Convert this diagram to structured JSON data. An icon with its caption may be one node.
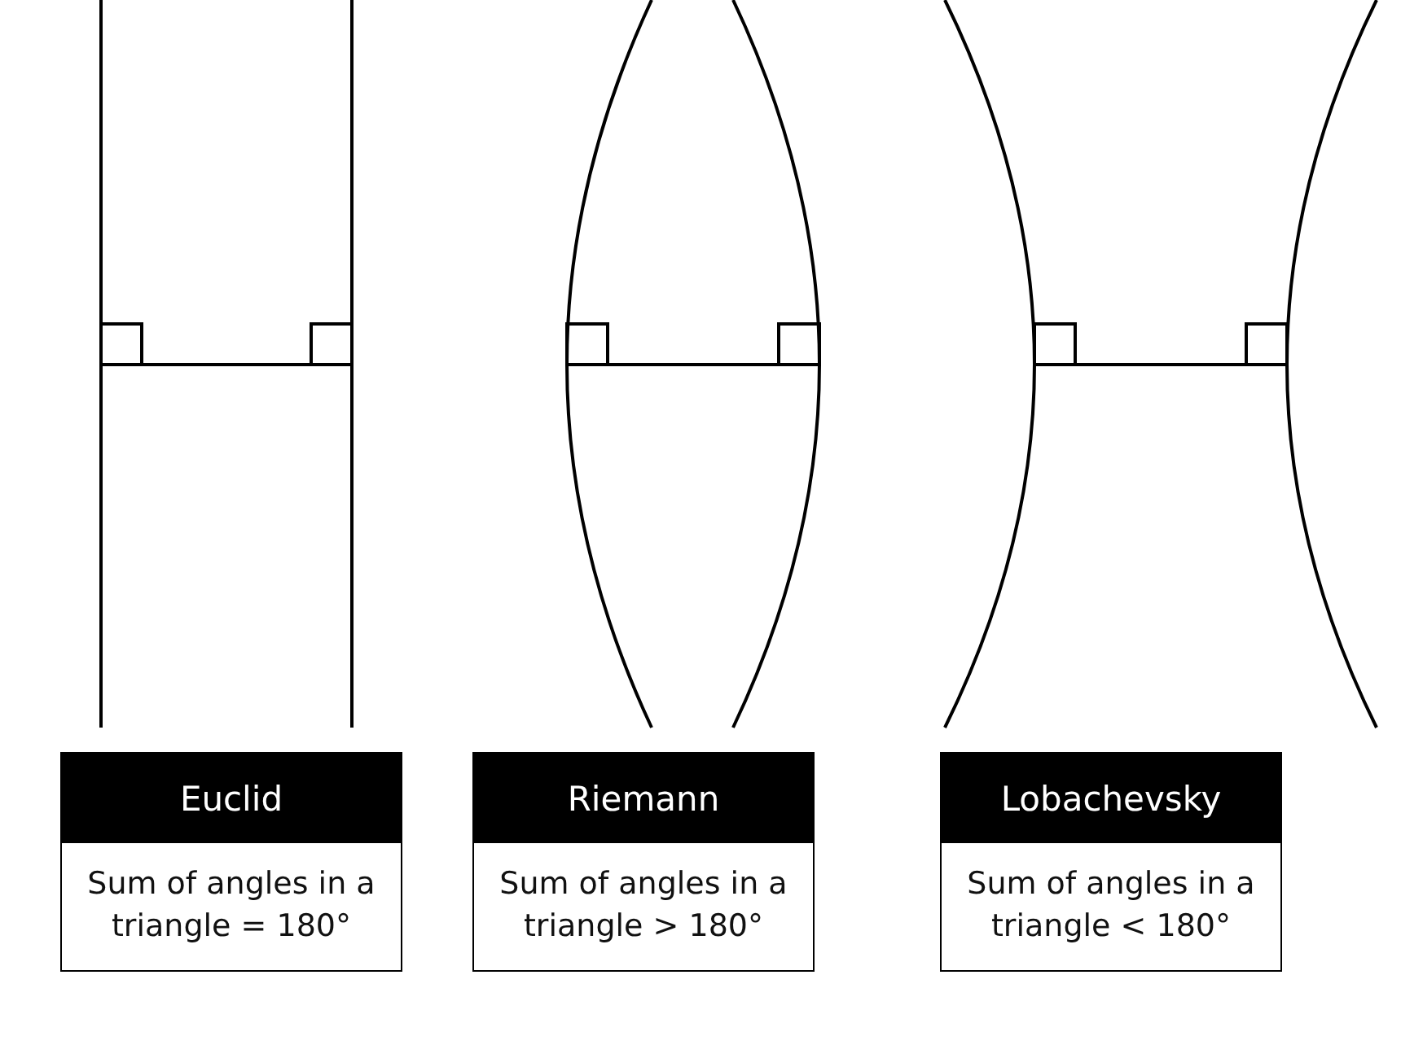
{
  "diagram": {
    "nodes": [
      {
        "text": [
          "Euclid",
          "Sum of angles in a triangle = 180°"
        ]
      },
      {
        "text": [
          "Riemann",
          "Sum of angles in a triangle > 180°"
        ]
      },
      {
        "text": [
          "Lobachevsky",
          "Sum of angles in a triangle < 180°"
        ]
      }
    ]
  }
}
